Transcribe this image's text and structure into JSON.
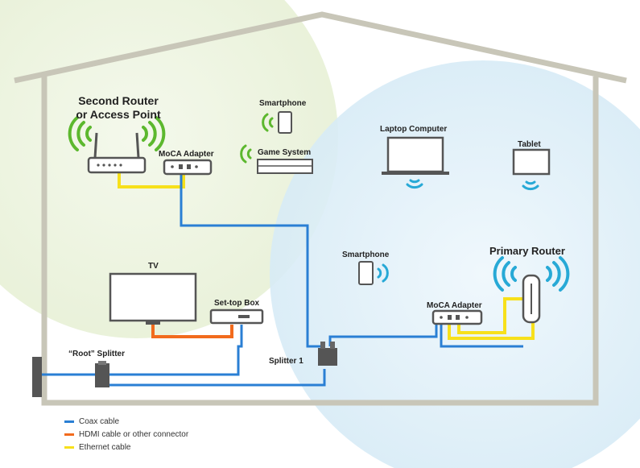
{
  "labels": {
    "second_router": "Second Router",
    "access_point": "or Access Point",
    "moca_adapter_top": "MoCA Adapter",
    "smartphone_top": "Smartphone",
    "game_system": "Game System",
    "laptop": "Laptop Computer",
    "tablet": "Tablet",
    "tv": "TV",
    "settop_box": "Set-top Box",
    "smartphone_mid": "Smartphone",
    "primary_router": "Primary Router",
    "moca_adapter_right": "MoCA Adapter",
    "root_splitter": "“Root” Splitter",
    "splitter1": "Splitter 1"
  },
  "legend": [
    {
      "label": "Coax cable",
      "color": "#2a7fd4"
    },
    {
      "label": "HDMI cable or other connector",
      "color": "#f26b1d"
    },
    {
      "label": "Ethernet cable",
      "color": "#f7e01b"
    }
  ],
  "colors": {
    "coax": "#2a7fd4",
    "hdmi": "#f26b1d",
    "ethernet": "#f7e01b",
    "wifi_green": "#5cb82e",
    "wifi_blue": "#27a9d6",
    "house": "#c8c6b8",
    "device": "#555555",
    "zone_green": "#eef4e0",
    "zone_blue": "#e1f1f8"
  }
}
